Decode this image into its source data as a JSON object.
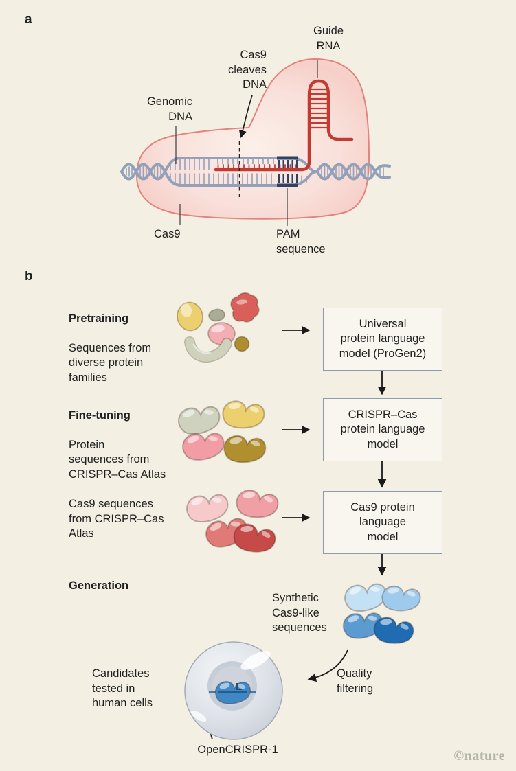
{
  "colors": {
    "background": "#f3f0e3",
    "text": "#1f1f1f",
    "cas9_blob_stroke": "#e4837d",
    "dna_strand": "#93a0ba",
    "guide_rna": "#c23b33",
    "pam": "#2e4264",
    "box_fill": "#f8f6ee",
    "box_border": "#8d99b0",
    "arrow": "#1a1a1a",
    "credit": "#b4b4aa",
    "beans": {
      "pretrain_egg": "#eccf6e",
      "pretrain_sage_oval": "#a9ad96",
      "pretrain_red_splat": "#d95f5a",
      "pretrain_pink_oval": "#f3adb4",
      "pretrain_olive": "#ae8e30",
      "pretrain_sage_worm": "#ced2bd",
      "finetune_sage": "#cfd2be",
      "finetune_yellow": "#ecd06e",
      "finetune_pink": "#f29da6",
      "finetune_olive": "#b08f2f",
      "cas9_light_pink": "#f6c9cb",
      "cas9_medium_pink": "#f0a0a4",
      "cas9_salmon": "#e07a77",
      "cas9_dark_red": "#c64a48",
      "synthetic_lightest_blue": "#c3e0f5",
      "synthetic_light_blue": "#9ecbeb",
      "synthetic_medium_blue": "#5b9bd0",
      "synthetic_dark_blue": "#1f6cb3",
      "opencrispr_protein": "#3f88c5"
    }
  },
  "panel_a": {
    "label": "a",
    "guide_rna_label": "Guide\nRNA",
    "cleave_label": "Cas9\ncleaves\nDNA",
    "genomic_dna_label": "Genomic\nDNA",
    "cas9_label": "Cas9",
    "pam_label": "PAM\nsequence"
  },
  "panel_b": {
    "label": "b",
    "pretraining": {
      "title": "Pretraining",
      "description": "Sequences from\ndiverse protein\nfamilies"
    },
    "finetuning": {
      "title": "Fine-tuning",
      "description": "Protein\nsequences from\nCRISPR–Cas Atlas"
    },
    "cas9_sequences": {
      "description": "Cas9 sequences\nfrom CRISPR–Cas\nAtlas"
    },
    "generation": {
      "title": "Generation"
    },
    "boxes": {
      "universal": "Universal\nprotein language\nmodel (ProGen2)",
      "crispr_cas": "CRISPR–Cas\nprotein language\nmodel",
      "cas9": "Cas9 protein\nlanguage\nmodel"
    },
    "synthetic_label": "Synthetic\nCas9-like\nsequences",
    "quality_label": "Quality\nfiltering",
    "candidates_label": "Candidates\ntested in\nhuman cells",
    "opencrispr_label": "OpenCRISPR-1"
  },
  "credit": "©nature"
}
